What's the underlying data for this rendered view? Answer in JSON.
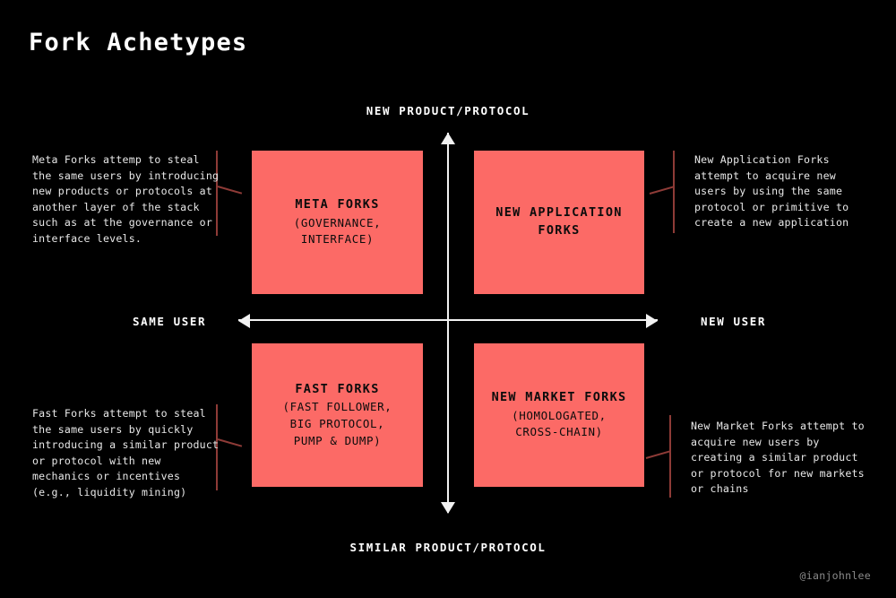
{
  "page": {
    "title": "Fork Achetypes",
    "attribution": "@ianjohnlee",
    "background_color": "#000000",
    "box_color": "#fc6a66",
    "axis_color": "#f2f2f2",
    "bracket_color": "#8e3b37"
  },
  "axes": {
    "top_label": "NEW PRODUCT/PROTOCOL",
    "bottom_label": "SIMILAR PRODUCT/PROTOCOL",
    "left_label": "SAME USER",
    "right_label": "NEW USER"
  },
  "quadrants": {
    "top_left": {
      "title": "META FORKS",
      "subtitle": "(GOVERNANCE,\nINTERFACE)"
    },
    "top_right": {
      "title": "NEW APPLICATION\nFORKS",
      "subtitle": ""
    },
    "bottom_left": {
      "title": "FAST FORKS",
      "subtitle": "(FAST FOLLOWER,\nBIG PROTOCOL,\nPUMP & DUMP)"
    },
    "bottom_right": {
      "title": "NEW MARKET FORKS",
      "subtitle": "(HOMOLOGATED,\nCROSS-CHAIN)"
    }
  },
  "annotations": {
    "top_left": "Meta Forks attemp to steal\nthe same users by introducing\nnew products or protocols at\nanother layer of the stack\nsuch as at the governance or\ninterface levels.",
    "top_right": "New Application Forks\nattempt to acquire new\nusers by using the same\nprotocol or primitive to\ncreate a new application",
    "bottom_left": "Fast Forks attempt to steal\nthe same users by quickly\nintroducing a similar product\nor protocol with new\nmechanics or incentives\n(e.g., liquidity mining)",
    "bottom_right": "New Market Forks attempt to\nacquire new users by\ncreating a similar product\nor protocol for new markets\nor chains"
  },
  "chart_data": {
    "type": "table",
    "title": "Fork Achetypes",
    "xlabel": "User axis: SAME USER ↔ NEW USER",
    "ylabel": "Product axis: SIMILAR PRODUCT/PROTOCOL ↔ NEW PRODUCT/PROTOCOL",
    "x_axis": [
      "SAME USER",
      "NEW USER"
    ],
    "y_axis": [
      "SIMILAR PRODUCT/PROTOCOL",
      "NEW PRODUCT/PROTOCOL"
    ],
    "categories": [
      "META FORKS",
      "NEW APPLICATION FORKS",
      "FAST FORKS",
      "NEW MARKET FORKS"
    ],
    "points": [
      {
        "label": "META FORKS",
        "quadrant": "top-left",
        "x": "SAME USER",
        "y": "NEW PRODUCT/PROTOCOL",
        "tags": [
          "GOVERNANCE",
          "INTERFACE"
        ],
        "description": "Meta Forks attemp to steal the same users by introducing new products or protocols at another layer of the stack such as at the governance or interface levels."
      },
      {
        "label": "NEW APPLICATION FORKS",
        "quadrant": "top-right",
        "x": "NEW USER",
        "y": "NEW PRODUCT/PROTOCOL",
        "tags": [],
        "description": "New Application Forks attempt to acquire new users by using the same protocol or primitive to create a new application"
      },
      {
        "label": "FAST FORKS",
        "quadrant": "bottom-left",
        "x": "SAME USER",
        "y": "SIMILAR PRODUCT/PROTOCOL",
        "tags": [
          "FAST FOLLOWER",
          "BIG PROTOCOL",
          "PUMP & DUMP"
        ],
        "description": "Fast Forks attempt to steal the same users by quickly introducing a similar product or protocol with new mechanics or incentives (e.g., liquidity mining)"
      },
      {
        "label": "NEW MARKET FORKS",
        "quadrant": "bottom-right",
        "x": "NEW USER",
        "y": "SIMILAR PRODUCT/PROTOCOL",
        "tags": [
          "HOMOLOGATED",
          "CROSS-CHAIN"
        ],
        "description": "New Market Forks attempt to acquire new users by creating a similar product or protocol for new markets or chains"
      }
    ],
    "grid": false,
    "legend": "none"
  }
}
